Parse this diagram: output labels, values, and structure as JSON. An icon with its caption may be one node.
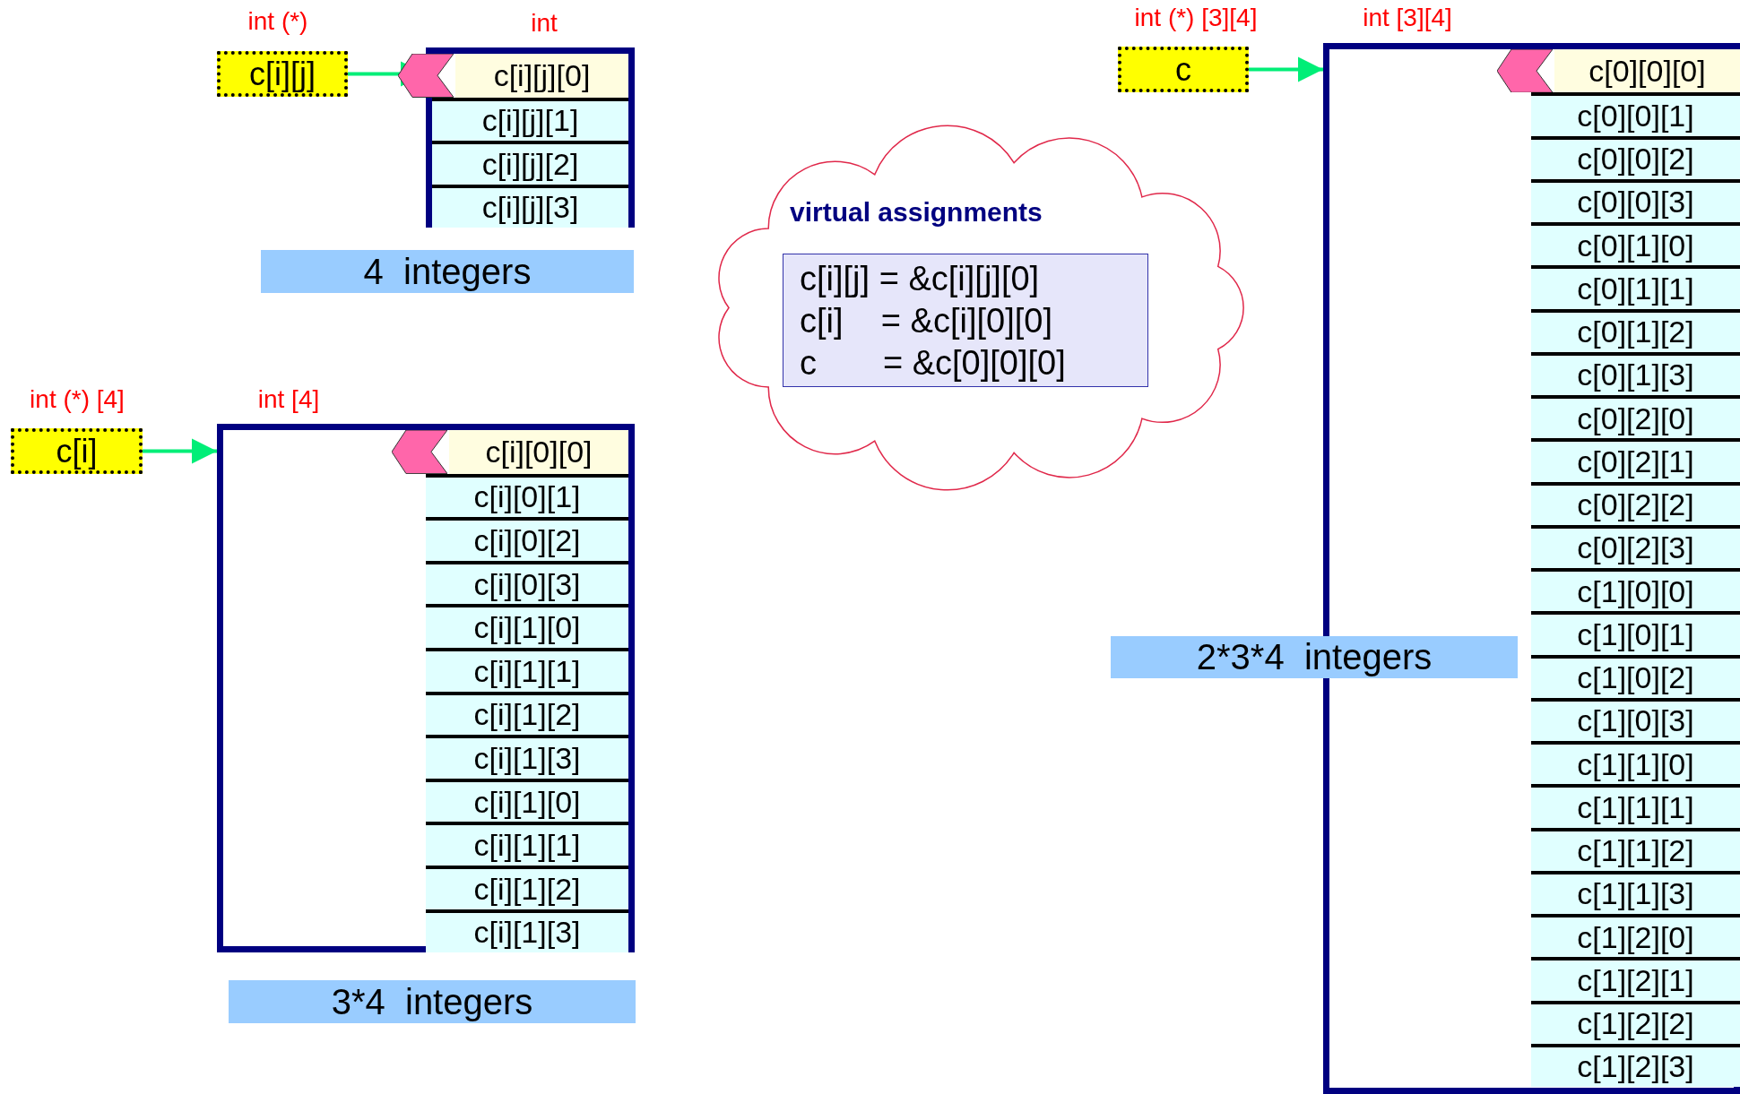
{
  "diagram": {
    "nodes": [
      {
        "text": [
          "c[i][j]"
        ],
        "beside": [
          "int (*)"
        ]
      },
      {
        "text": [],
        "shape": "box",
        "beside": [
          "int"
        ]
      },
      {
        "text": [
          "c[i][j][0]"
        ],
        "in": 1
      },
      {
        "text": [
          "c[i][j][1]"
        ],
        "in": 1
      },
      {
        "text": [
          "c[i][j][2]"
        ],
        "in": 1
      },
      {
        "text": [
          "c[i][j][3]"
        ],
        "in": 1
      },
      {
        "text": [
          "4  integers"
        ]
      },
      {
        "text": [
          "c"
        ],
        "beside": [
          "int (*) [3][4]"
        ]
      },
      {
        "text": [],
        "shape": "box",
        "beside": [
          "int [3][4]"
        ]
      },
      {
        "text": [
          "c[0][0][0]"
        ],
        "in": 8
      },
      {
        "text": [
          "c[0][0][1]"
        ],
        "in": 8
      },
      {
        "text": [
          "c[0][0][2]"
        ],
        "in": 8
      },
      {
        "text": [
          "c[0][0][3]"
        ],
        "in": 8
      },
      {
        "text": [
          "c[0][1][0]"
        ],
        "in": 8
      },
      {
        "text": [
          "c[0][1][1]"
        ],
        "in": 8
      },
      {
        "text": [
          "c[0][1][2]"
        ],
        "in": 8
      },
      {
        "text": [
          "c[0][1][3]"
        ],
        "in": 8
      },
      {
        "text": [
          "c[0][2][0]"
        ],
        "in": 8
      },
      {
        "text": [
          "c[0][2][1]"
        ],
        "in": 8
      },
      {
        "text": [
          "c[0][2][2]"
        ],
        "in": 8
      },
      {
        "text": [
          "c[0][2][3]"
        ],
        "in": 8
      },
      {
        "text": [
          "c[1][0][0]"
        ],
        "in": 8
      },
      {
        "text": [
          "c[1][0][1]"
        ],
        "in": 8
      },
      {
        "text": [
          "c[1][0][2]"
        ],
        "in": 8
      },
      {
        "text": [
          "c[1][0][3]"
        ],
        "in": 8
      },
      {
        "text": [
          "c[1][1][0]"
        ],
        "in": 8
      },
      {
        "text": [
          "c[1][1][1]"
        ],
        "in": 8
      },
      {
        "text": [
          "c[1][1][2]"
        ],
        "in": 8
      },
      {
        "text": [
          "c[1][1][3]"
        ],
        "in": 8
      },
      {
        "text": [
          "c[1][2][0]"
        ],
        "in": 8
      },
      {
        "text": [
          "c[1][2][1]"
        ],
        "in": 8
      },
      {
        "text": [
          "c[1][2][2]"
        ],
        "in": 8
      },
      {
        "text": [
          "c[1][2][3]"
        ],
        "in": 8
      },
      {
        "text": [
          "virtual assignments"
        ]
      },
      {
        "text": [
          "c[i][j] = &c[i][j][0]",
          "c[i]    = &c[i][0][0]",
          "c       = &c[0][0][0]"
        ],
        "in": 33
      },
      {
        "text": [
          "c[i]"
        ],
        "beside": [
          "int (*) [4]"
        ]
      },
      {
        "text": [],
        "shape": "box",
        "beside": [
          "int [4]"
        ]
      },
      {
        "text": [
          "c[i][0][0]"
        ],
        "in": 36
      },
      {
        "text": [
          "c[i][0][1]"
        ],
        "in": 36
      },
      {
        "text": [
          "c[i][0][2]"
        ],
        "in": 36
      },
      {
        "text": [
          "c[i][0][3]"
        ],
        "in": 36
      },
      {
        "text": [
          "c[i][1][0]"
        ],
        "in": 36
      },
      {
        "text": [
          "c[i][1][1]"
        ],
        "in": 36
      },
      {
        "text": [
          "c[i][1][2]"
        ],
        "in": 36
      },
      {
        "text": [
          "c[i][1][3]"
        ],
        "in": 36
      },
      {
        "text": [
          "c[i][1][0]"
        ],
        "in": 36
      },
      {
        "text": [
          "c[i][1][1]"
        ],
        "in": 36
      },
      {
        "text": [
          "c[i][1][2]"
        ],
        "in": 36
      },
      {
        "text": [
          "c[i][1][3]"
        ],
        "in": 36
      },
      {
        "text": [
          "2*3*4  integers"
        ]
      },
      {
        "text": [
          "3*4  integers"
        ]
      }
    ],
    "edges": [
      {
        "from": 0,
        "to": 1,
        "arrow": "to"
      },
      {
        "from": 7,
        "to": 8,
        "arrow": "to"
      },
      {
        "from": 35,
        "to": 36,
        "arrow": "to"
      }
    ]
  }
}
